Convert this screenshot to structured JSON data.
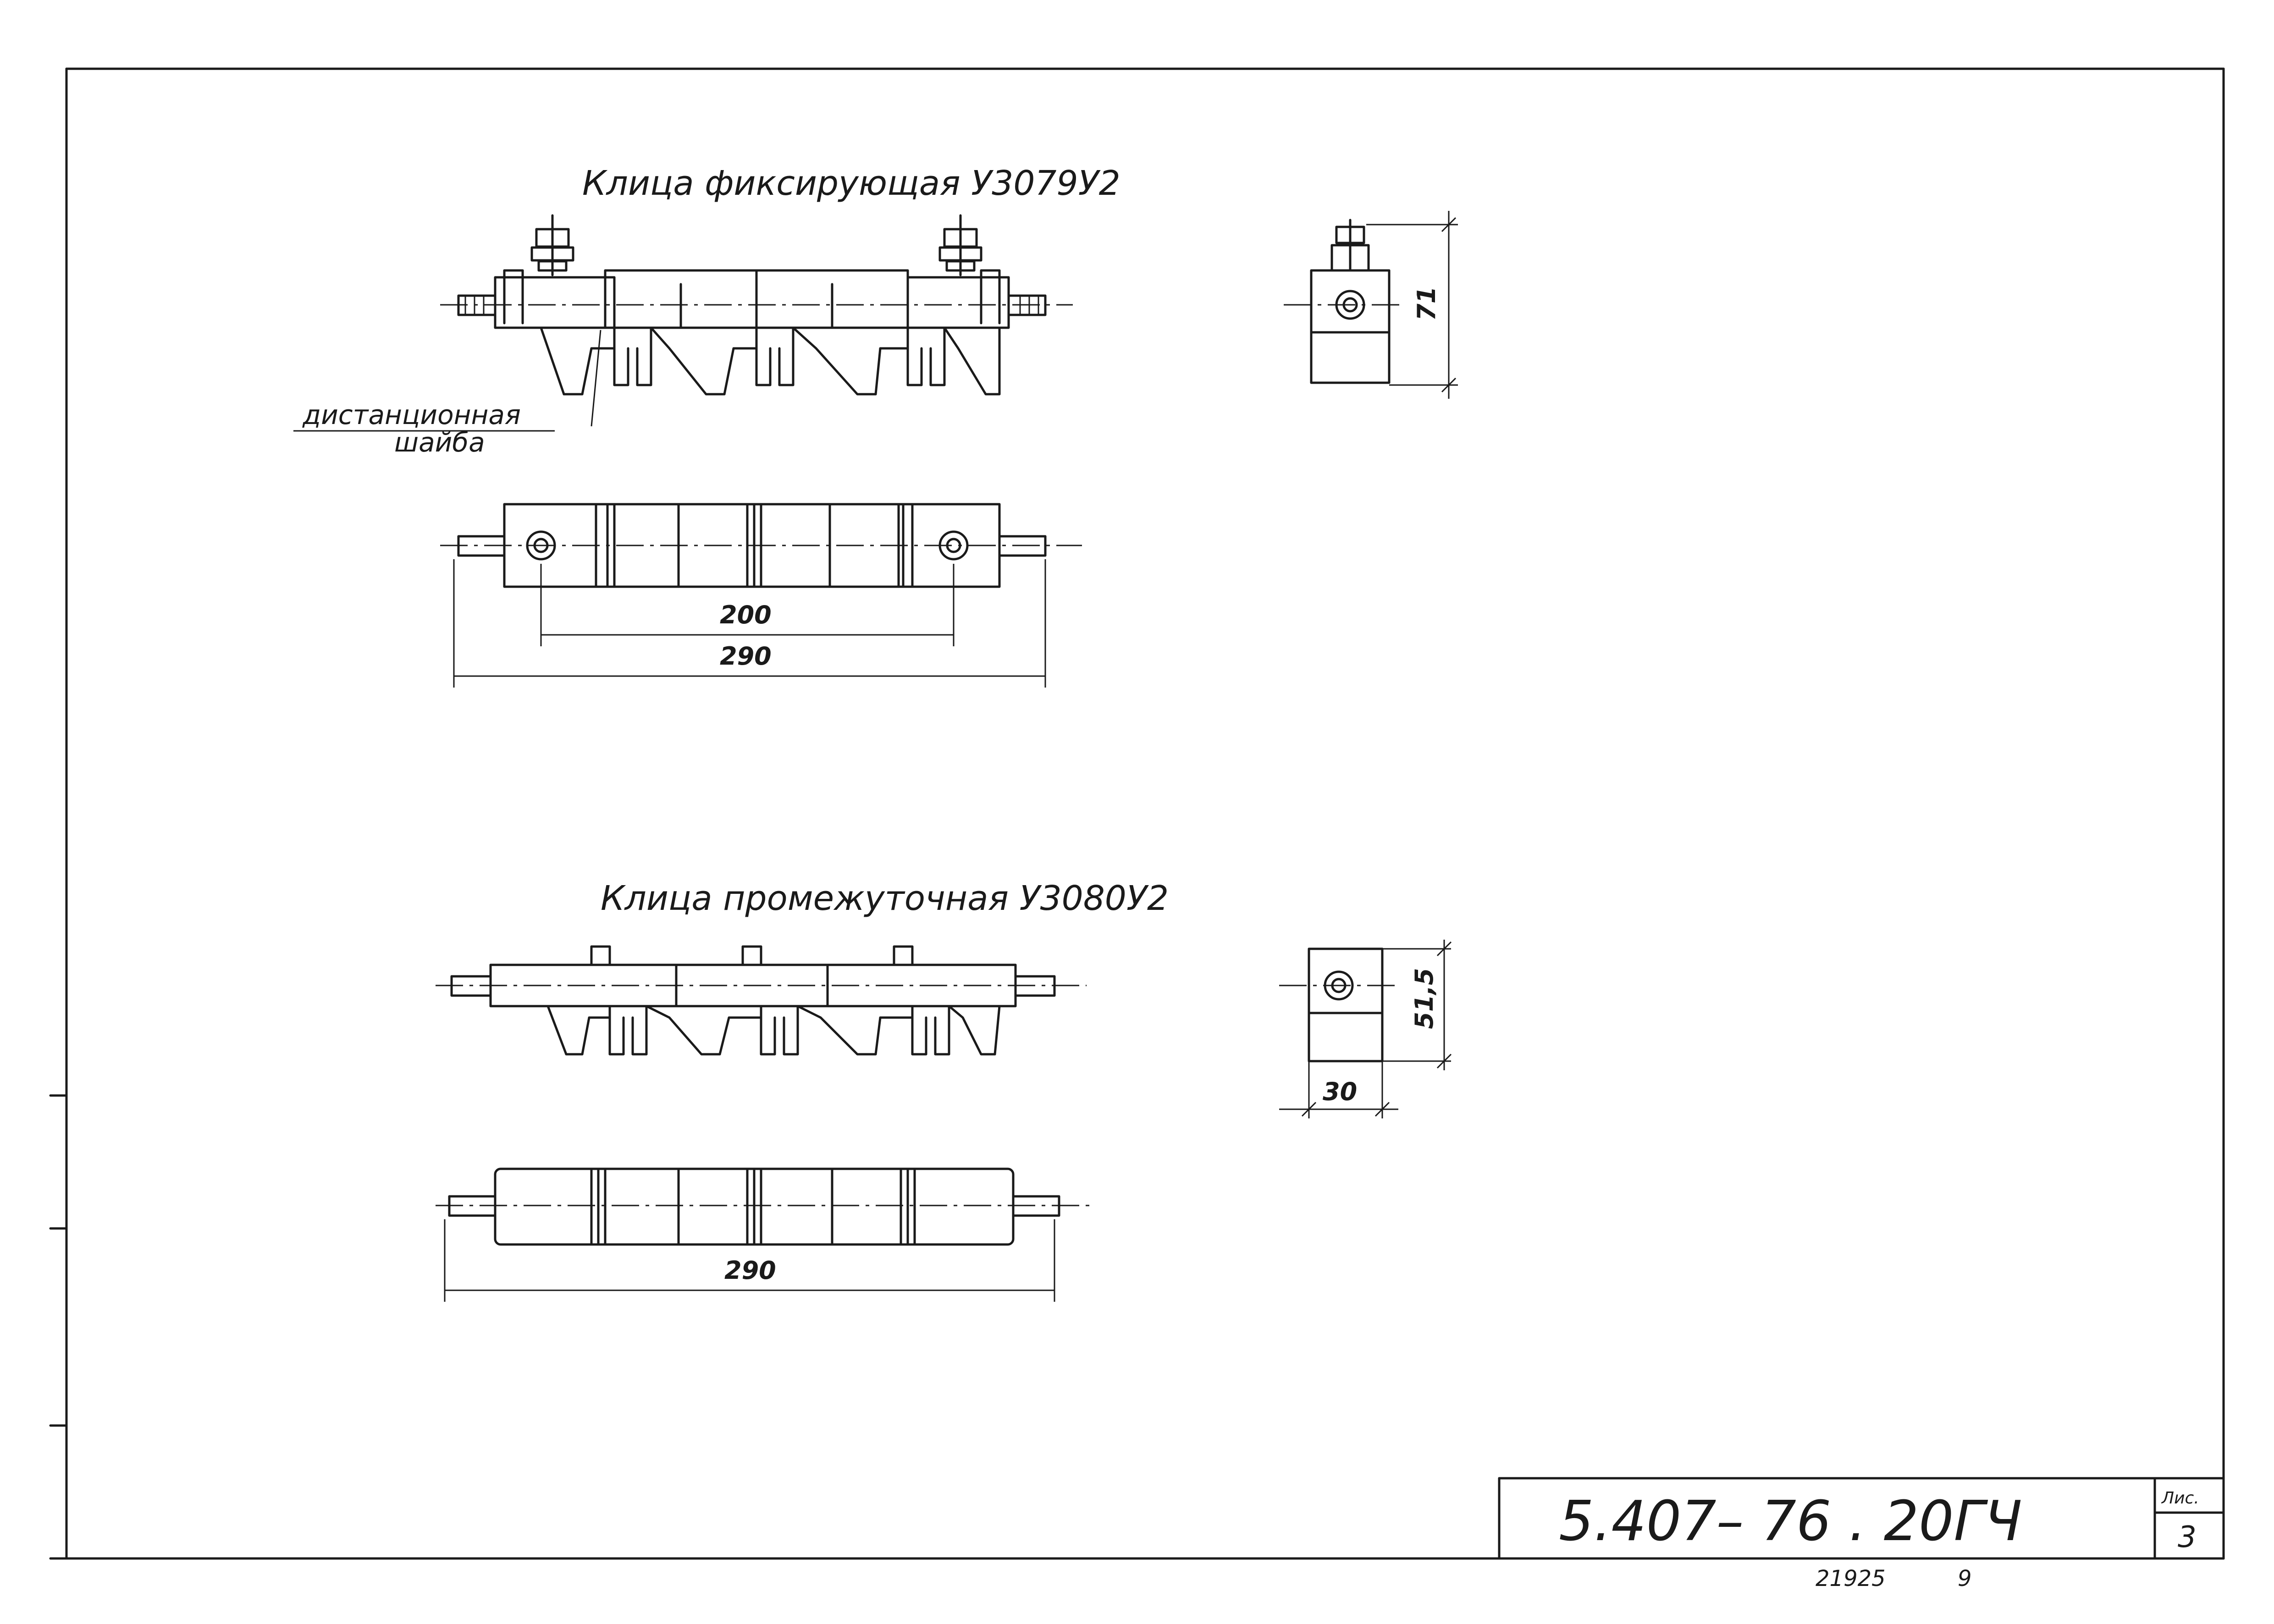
{
  "drawing": {
    "clamp_fixing": {
      "title": "Клица фиксирующая У3079У2",
      "spacer_label_line1": "дистанционная",
      "spacer_label_line2": "шайба",
      "dim_height": "71",
      "dim_bolt_spacing": "200",
      "dim_length": "290"
    },
    "clamp_intermediate": {
      "title": "Клица промежуточная У3080У2",
      "dim_height": "51,5",
      "dim_width": "30",
      "dim_length": "290"
    }
  },
  "title_block": {
    "code": "5.407–  76 .  20ГЧ",
    "sheet_label": "Лис.",
    "sheet_number": "3",
    "footer_number": "21925",
    "footer_page": "9"
  }
}
